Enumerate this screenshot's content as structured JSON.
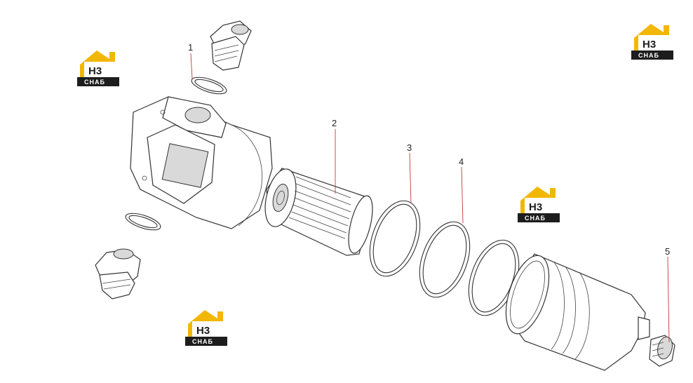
{
  "diagram": {
    "callouts": [
      "1",
      "2",
      "3",
      "4",
      "5"
    ]
  },
  "logo": {
    "main_text": "H3",
    "sub_text": "CHAБ",
    "accent_color": "#f2b705",
    "dark_color": "#1d1d1d"
  },
  "colors": {
    "leader_line": "#c23a3a",
    "outline": "#333333"
  }
}
